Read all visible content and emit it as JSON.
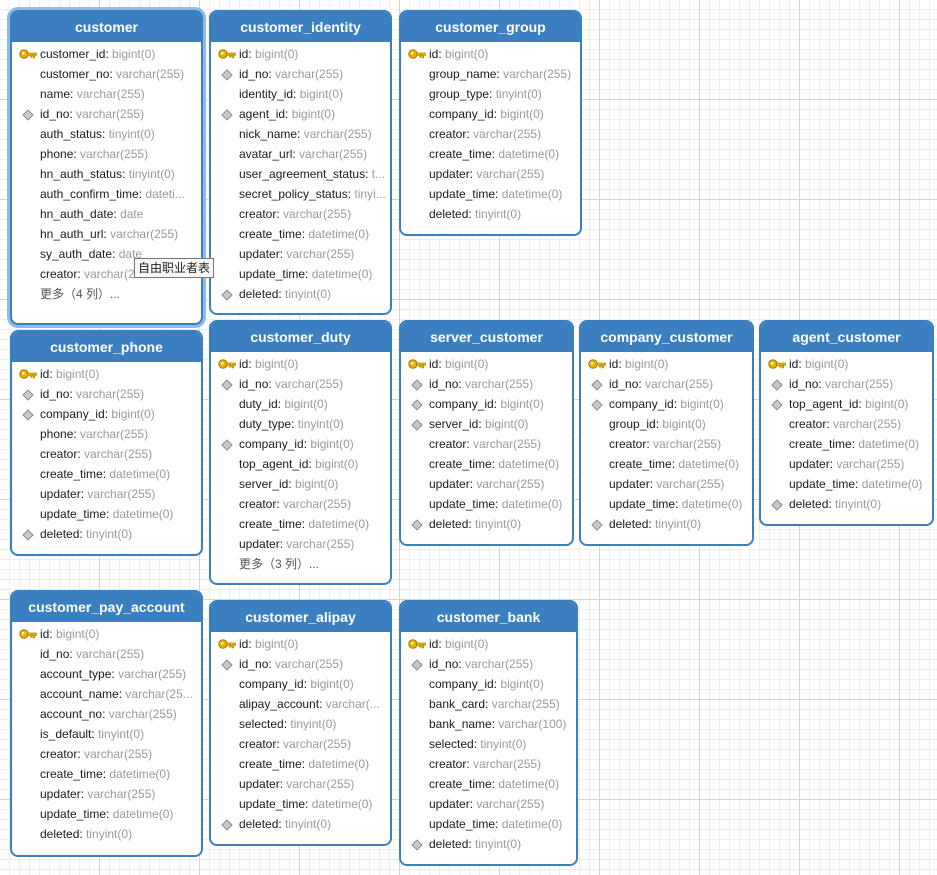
{
  "colors": {
    "header": "#3b7fc0",
    "border": "#3b7fc0",
    "type_text": "#9a9a9a",
    "key_icon": "#e8b400"
  },
  "tooltip": "自由职业者表",
  "tables": [
    {
      "name": "customer",
      "selected": true,
      "fields": [
        {
          "icon": "key",
          "name": "customer_id",
          "type": "bigint(0)"
        },
        {
          "icon": "",
          "name": "customer_no",
          "type": "varchar(255)"
        },
        {
          "icon": "",
          "name": "name",
          "type": "varchar(255)"
        },
        {
          "icon": "index",
          "name": "id_no",
          "type": "varchar(255)"
        },
        {
          "icon": "",
          "name": "auth_status",
          "type": "tinyint(0)"
        },
        {
          "icon": "",
          "name": "phone",
          "type": "varchar(255)"
        },
        {
          "icon": "",
          "name": "hn_auth_status",
          "type": "tinyint(0)"
        },
        {
          "icon": "",
          "name": "auth_confirm_time",
          "type": "dateti..."
        },
        {
          "icon": "",
          "name": "hn_auth_date",
          "type": "date"
        },
        {
          "icon": "",
          "name": "hn_auth_url",
          "type": "varchar(255)"
        },
        {
          "icon": "",
          "name": "sy_auth_date",
          "type": "date"
        },
        {
          "icon": "",
          "name": "creator",
          "type": "varchar(2"
        }
      ],
      "more": "更多（4 列）..."
    },
    {
      "name": "customer_identity",
      "fields": [
        {
          "icon": "key",
          "name": "id",
          "type": "bigint(0)"
        },
        {
          "icon": "index",
          "name": "id_no",
          "type": "varchar(255)"
        },
        {
          "icon": "",
          "name": "identity_id",
          "type": "bigint(0)"
        },
        {
          "icon": "index",
          "name": "agent_id",
          "type": "bigint(0)"
        },
        {
          "icon": "",
          "name": "nick_name",
          "type": "varchar(255)"
        },
        {
          "icon": "",
          "name": "avatar_url",
          "type": "varchar(255)"
        },
        {
          "icon": "",
          "name": "user_agreement_status",
          "type": "t..."
        },
        {
          "icon": "",
          "name": "secret_policy_status",
          "type": "tinyi..."
        },
        {
          "icon": "",
          "name": "creator",
          "type": "varchar(255)"
        },
        {
          "icon": "",
          "name": "create_time",
          "type": "datetime(0)"
        },
        {
          "icon": "",
          "name": "updater",
          "type": "varchar(255)"
        },
        {
          "icon": "",
          "name": "update_time",
          "type": "datetime(0)"
        },
        {
          "icon": "index",
          "name": "deleted",
          "type": "tinyint(0)"
        }
      ]
    },
    {
      "name": "customer_group",
      "fields": [
        {
          "icon": "key",
          "name": "id",
          "type": "bigint(0)"
        },
        {
          "icon": "",
          "name": "group_name",
          "type": "varchar(255)"
        },
        {
          "icon": "",
          "name": "group_type",
          "type": "tinyint(0)"
        },
        {
          "icon": "",
          "name": "company_id",
          "type": "bigint(0)"
        },
        {
          "icon": "",
          "name": "creator",
          "type": "varchar(255)"
        },
        {
          "icon": "",
          "name": "create_time",
          "type": "datetime(0)"
        },
        {
          "icon": "",
          "name": "updater",
          "type": "varchar(255)"
        },
        {
          "icon": "",
          "name": "update_time",
          "type": "datetime(0)"
        },
        {
          "icon": "",
          "name": "deleted",
          "type": "tinyint(0)"
        }
      ]
    },
    {
      "name": "customer_phone",
      "fields": [
        {
          "icon": "key",
          "name": "id",
          "type": "bigint(0)"
        },
        {
          "icon": "index",
          "name": "id_no",
          "type": "varchar(255)"
        },
        {
          "icon": "index",
          "name": "company_id",
          "type": "bigint(0)"
        },
        {
          "icon": "",
          "name": "phone",
          "type": "varchar(255)"
        },
        {
          "icon": "",
          "name": "creator",
          "type": "varchar(255)"
        },
        {
          "icon": "",
          "name": "create_time",
          "type": "datetime(0)"
        },
        {
          "icon": "",
          "name": "updater",
          "type": "varchar(255)"
        },
        {
          "icon": "",
          "name": "update_time",
          "type": "datetime(0)"
        },
        {
          "icon": "index",
          "name": "deleted",
          "type": "tinyint(0)"
        }
      ]
    },
    {
      "name": "customer_duty",
      "fields": [
        {
          "icon": "key",
          "name": "id",
          "type": "bigint(0)"
        },
        {
          "icon": "index",
          "name": "id_no",
          "type": "varchar(255)"
        },
        {
          "icon": "",
          "name": "duty_id",
          "type": "bigint(0)"
        },
        {
          "icon": "",
          "name": "duty_type",
          "type": "tinyint(0)"
        },
        {
          "icon": "index",
          "name": "company_id",
          "type": "bigint(0)"
        },
        {
          "icon": "",
          "name": "top_agent_id",
          "type": "bigint(0)"
        },
        {
          "icon": "",
          "name": "server_id",
          "type": "bigint(0)"
        },
        {
          "icon": "",
          "name": "creator",
          "type": "varchar(255)"
        },
        {
          "icon": "",
          "name": "create_time",
          "type": "datetime(0)"
        },
        {
          "icon": "",
          "name": "updater",
          "type": "varchar(255)"
        }
      ],
      "more": "更多（3 列）..."
    },
    {
      "name": "server_customer",
      "fields": [
        {
          "icon": "key",
          "name": "id",
          "type": "bigint(0)"
        },
        {
          "icon": "index",
          "name": "id_no",
          "type": "varchar(255)"
        },
        {
          "icon": "index",
          "name": "company_id",
          "type": "bigint(0)"
        },
        {
          "icon": "index",
          "name": "server_id",
          "type": "bigint(0)"
        },
        {
          "icon": "",
          "name": "creator",
          "type": "varchar(255)"
        },
        {
          "icon": "",
          "name": "create_time",
          "type": "datetime(0)"
        },
        {
          "icon": "",
          "name": "updater",
          "type": "varchar(255)"
        },
        {
          "icon": "",
          "name": "update_time",
          "type": "datetime(0)"
        },
        {
          "icon": "index",
          "name": "deleted",
          "type": "tinyint(0)"
        }
      ]
    },
    {
      "name": "company_customer",
      "fields": [
        {
          "icon": "key",
          "name": "id",
          "type": "bigint(0)"
        },
        {
          "icon": "index",
          "name": "id_no",
          "type": "varchar(255)"
        },
        {
          "icon": "index",
          "name": "company_id",
          "type": "bigint(0)"
        },
        {
          "icon": "",
          "name": "group_id",
          "type": "bigint(0)"
        },
        {
          "icon": "",
          "name": "creator",
          "type": "varchar(255)"
        },
        {
          "icon": "",
          "name": "create_time",
          "type": "datetime(0)"
        },
        {
          "icon": "",
          "name": "updater",
          "type": "varchar(255)"
        },
        {
          "icon": "",
          "name": "update_time",
          "type": "datetime(0)"
        },
        {
          "icon": "index",
          "name": "deleted",
          "type": "tinyint(0)"
        }
      ]
    },
    {
      "name": "agent_customer",
      "fields": [
        {
          "icon": "key",
          "name": "id",
          "type": "bigint(0)"
        },
        {
          "icon": "index",
          "name": "id_no",
          "type": "varchar(255)"
        },
        {
          "icon": "index",
          "name": "top_agent_id",
          "type": "bigint(0)"
        },
        {
          "icon": "",
          "name": "creator",
          "type": "varchar(255)"
        },
        {
          "icon": "",
          "name": "create_time",
          "type": "datetime(0)"
        },
        {
          "icon": "",
          "name": "updater",
          "type": "varchar(255)"
        },
        {
          "icon": "",
          "name": "update_time",
          "type": "datetime(0)"
        },
        {
          "icon": "index",
          "name": "deleted",
          "type": "tinyint(0)"
        }
      ]
    },
    {
      "name": "customer_pay_account",
      "fields": [
        {
          "icon": "key",
          "name": "id",
          "type": "bigint(0)"
        },
        {
          "icon": "",
          "name": "id_no",
          "type": "varchar(255)"
        },
        {
          "icon": "",
          "name": "account_type",
          "type": "varchar(255)"
        },
        {
          "icon": "",
          "name": "account_name",
          "type": "varchar(25..."
        },
        {
          "icon": "",
          "name": "account_no",
          "type": "varchar(255)"
        },
        {
          "icon": "",
          "name": "is_default",
          "type": "tinyint(0)"
        },
        {
          "icon": "",
          "name": "creator",
          "type": "varchar(255)"
        },
        {
          "icon": "",
          "name": "create_time",
          "type": "datetime(0)"
        },
        {
          "icon": "",
          "name": "updater",
          "type": "varchar(255)"
        },
        {
          "icon": "",
          "name": "update_time",
          "type": "datetime(0)"
        },
        {
          "icon": "",
          "name": "deleted",
          "type": "tinyint(0)"
        }
      ]
    },
    {
      "name": "customer_alipay",
      "fields": [
        {
          "icon": "key",
          "name": "id",
          "type": "bigint(0)"
        },
        {
          "icon": "index",
          "name": "id_no",
          "type": "varchar(255)"
        },
        {
          "icon": "",
          "name": "company_id",
          "type": "bigint(0)"
        },
        {
          "icon": "",
          "name": "alipay_account",
          "type": "varchar(..."
        },
        {
          "icon": "",
          "name": "selected",
          "type": "tinyint(0)"
        },
        {
          "icon": "",
          "name": "creator",
          "type": "varchar(255)"
        },
        {
          "icon": "",
          "name": "create_time",
          "type": "datetime(0)"
        },
        {
          "icon": "",
          "name": "updater",
          "type": "varchar(255)"
        },
        {
          "icon": "",
          "name": "update_time",
          "type": "datetime(0)"
        },
        {
          "icon": "index",
          "name": "deleted",
          "type": "tinyint(0)"
        }
      ]
    },
    {
      "name": "customer_bank",
      "fields": [
        {
          "icon": "key",
          "name": "id",
          "type": "bigint(0)"
        },
        {
          "icon": "index",
          "name": "id_no",
          "type": "varchar(255)"
        },
        {
          "icon": "",
          "name": "company_id",
          "type": "bigint(0)"
        },
        {
          "icon": "",
          "name": "bank_card",
          "type": "varchar(255)"
        },
        {
          "icon": "",
          "name": "bank_name",
          "type": "varchar(100)"
        },
        {
          "icon": "",
          "name": "selected",
          "type": "tinyint(0)"
        },
        {
          "icon": "",
          "name": "creator",
          "type": "varchar(255)"
        },
        {
          "icon": "",
          "name": "create_time",
          "type": "datetime(0)"
        },
        {
          "icon": "",
          "name": "updater",
          "type": "varchar(255)"
        },
        {
          "icon": "",
          "name": "update_time",
          "type": "datetime(0)"
        },
        {
          "icon": "index",
          "name": "deleted",
          "type": "tinyint(0)"
        }
      ]
    }
  ]
}
